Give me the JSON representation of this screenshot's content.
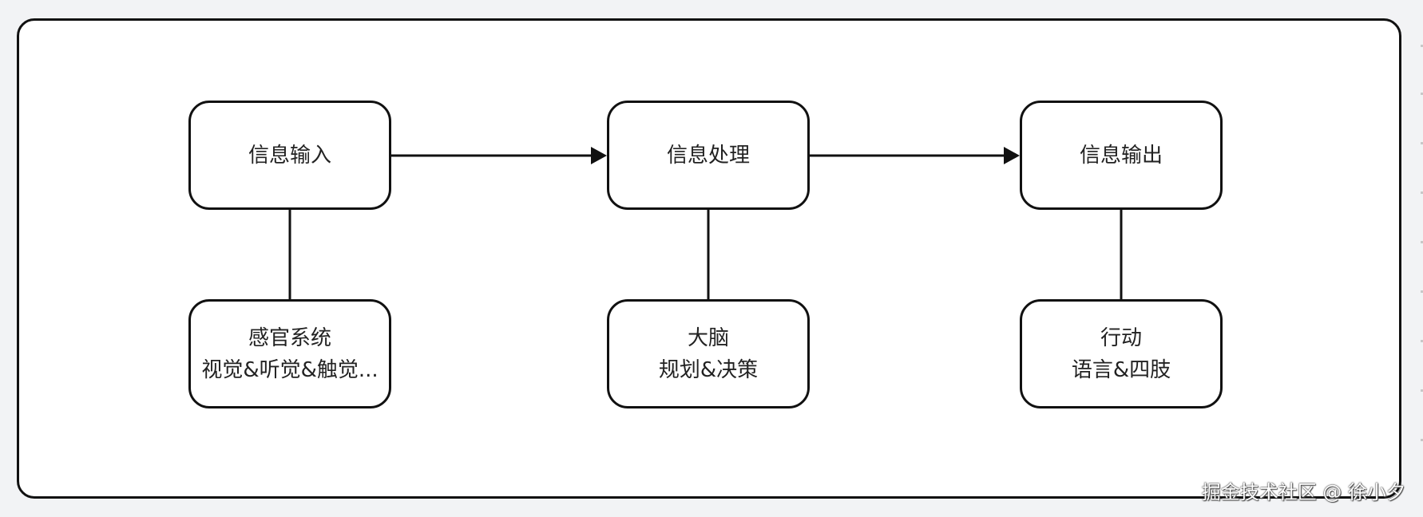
{
  "diagram": {
    "top_nodes": [
      {
        "label": "信息输入"
      },
      {
        "label": "信息处理"
      },
      {
        "label": "信息输出"
      }
    ],
    "bottom_nodes": [
      {
        "line1": "感官系统",
        "line2": "视觉&听觉&触觉..."
      },
      {
        "line1": "大脑",
        "line2": "规划&决策"
      },
      {
        "line1": "行动",
        "line2": "语言&四肢"
      }
    ]
  },
  "watermark": "掘金技术社区 @ 徐小夕",
  "colors": {
    "stroke": "#111111",
    "background": "#f2f3f5",
    "panel": "#ffffff",
    "text": "#222222"
  }
}
